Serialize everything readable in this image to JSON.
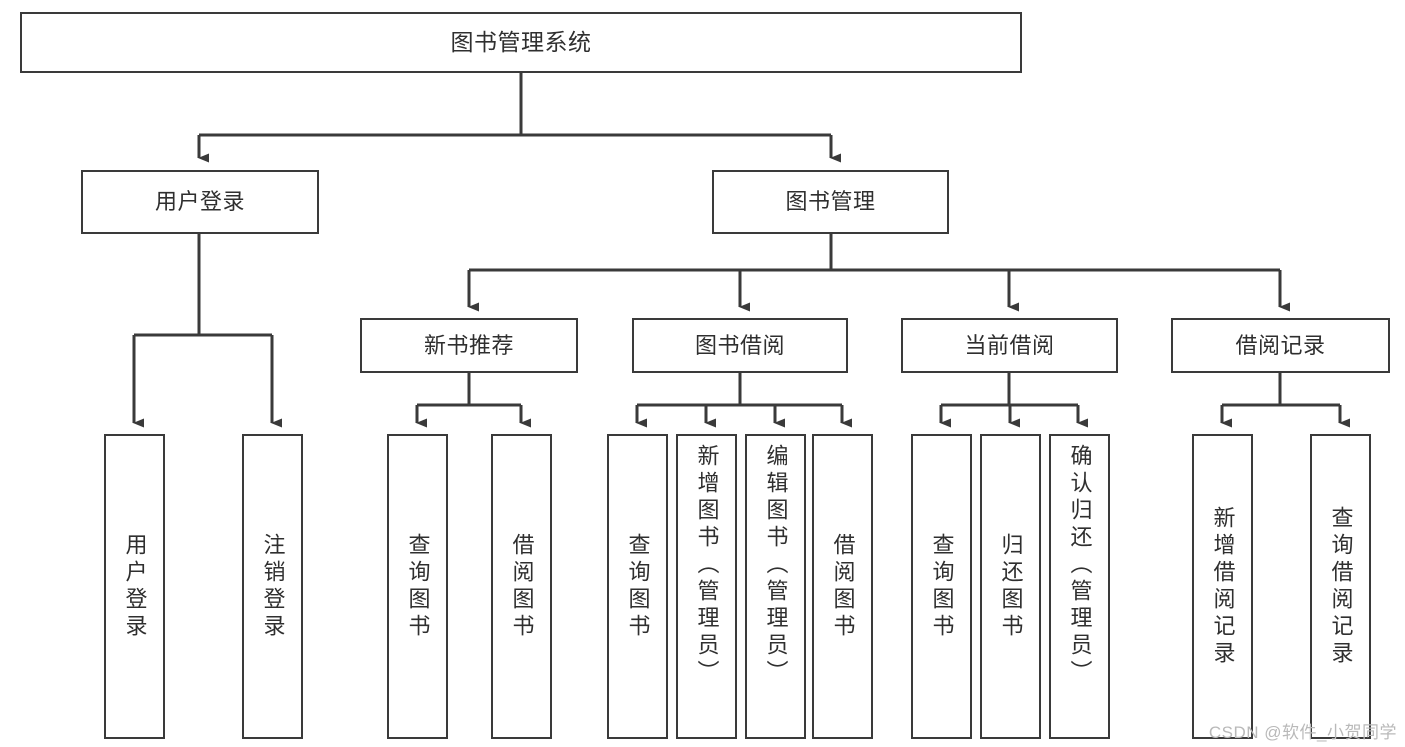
{
  "diagram": {
    "title": "图书管理系统",
    "type": "tree",
    "stroke_color": "#3a3a3a",
    "text_color": "#2f2f2f",
    "background_color": "#ffffff",
    "root": {
      "id": "root",
      "label": "图书管理系统"
    },
    "level1": [
      {
        "id": "user-login",
        "label": "用户登录"
      },
      {
        "id": "book-manage",
        "label": "图书管理"
      }
    ],
    "level2": [
      {
        "id": "new-book-rec",
        "label": "新书推荐",
        "parent": "book-manage"
      },
      {
        "id": "book-borrow",
        "label": "图书借阅",
        "parent": "book-manage"
      },
      {
        "id": "current-borrow",
        "label": "当前借阅",
        "parent": "book-manage"
      },
      {
        "id": "borrow-record",
        "label": "借阅记录",
        "parent": "book-manage"
      }
    ],
    "leaves": [
      {
        "id": "leaf-user-login",
        "label": "用户登录",
        "parent": "user-login"
      },
      {
        "id": "leaf-logout",
        "label": "注销登录",
        "parent": "user-login"
      },
      {
        "id": "leaf-query-book-1",
        "label": "查询图书",
        "parent": "new-book-rec"
      },
      {
        "id": "leaf-borrow-book-1",
        "label": "借阅图书",
        "parent": "new-book-rec"
      },
      {
        "id": "leaf-query-book-2",
        "label": "查询图书",
        "parent": "book-borrow"
      },
      {
        "id": "leaf-add-book",
        "label": "新增图书（管理员）",
        "parent": "book-borrow"
      },
      {
        "id": "leaf-edit-book",
        "label": "编辑图书（管理员）",
        "parent": "book-borrow"
      },
      {
        "id": "leaf-borrow-book-2",
        "label": "借阅图书",
        "parent": "book-borrow"
      },
      {
        "id": "leaf-query-book-3",
        "label": "查询图书",
        "parent": "current-borrow"
      },
      {
        "id": "leaf-return-book",
        "label": "归还图书",
        "parent": "current-borrow"
      },
      {
        "id": "leaf-confirm-return",
        "label": "确认归还（管理员）",
        "parent": "current-borrow"
      },
      {
        "id": "leaf-add-record",
        "label": "新增借阅记录",
        "parent": "borrow-record"
      },
      {
        "id": "leaf-query-record",
        "label": "查询借阅记录",
        "parent": "borrow-record"
      }
    ]
  },
  "watermark": {
    "text": "CSDN @软件_小贺同学"
  }
}
